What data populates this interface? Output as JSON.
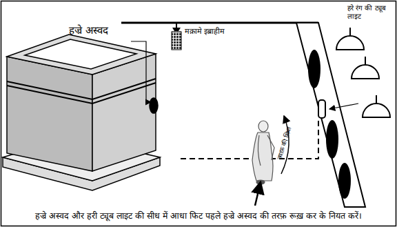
{
  "diagram": {
    "caption": "हज्रे अस्वद और हरी ट्यूब लाइट की सीध में आधा फिट पहले हज्रे अस्वद की तरफ़ रूख़ कर के नियत करें।",
    "labels": [
      "हज्रे अस्वद",
      "मक़ामे इब्राहीम",
      "हरे रंग की ट्यूब लाइट",
      "तवाफ़ की सिम्त"
    ]
  }
}
